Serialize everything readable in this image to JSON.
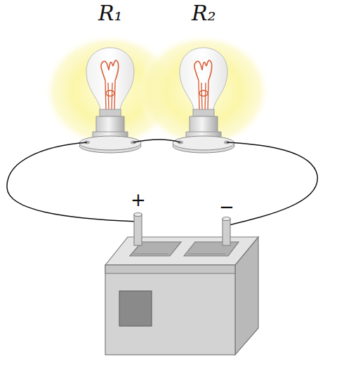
{
  "diagram": {
    "labels": [
      "R₁",
      "R₂",
      "+",
      "−"
    ]
  }
}
